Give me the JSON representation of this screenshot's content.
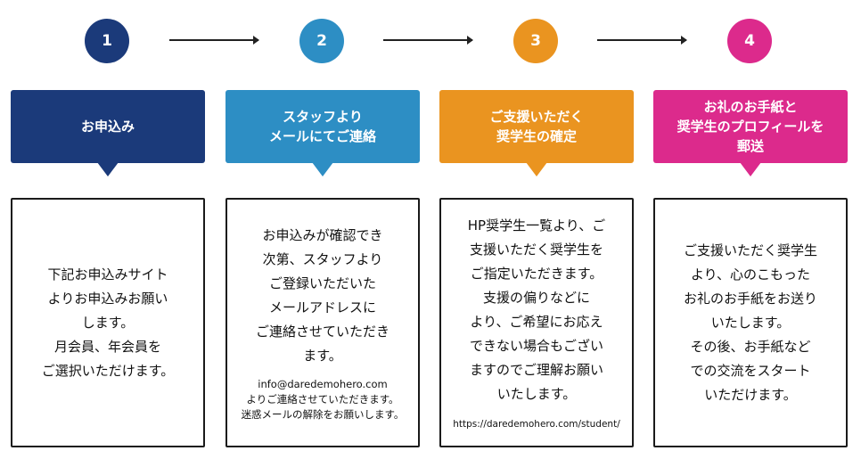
{
  "colors": {
    "step1": "#1b3a7a",
    "step2": "#2d8ec4",
    "step3": "#ea9420",
    "step4": "#dc2a8c"
  },
  "steps": [
    {
      "number": "1",
      "title": "お申込み",
      "body": "下記お申込みサイト\nよりお申込みお願い\nします。\n月会員、年会員を\nご選択いただけます。"
    },
    {
      "number": "2",
      "title": "スタッフより\nメールにてご連絡",
      "body": "お申込みが確認でき\n次第、スタッフより\nご登録いただいた\nメールアドレスに\nご連絡させていただき\nます。",
      "note": "info@daredemohero.com\nよりご連絡させていただきます。\n迷惑メールの解除をお願いします。"
    },
    {
      "number": "3",
      "title": "ご支援いただく\n奨学生の確定",
      "body": "HP奨学生一覧より、ご\n支援いただく奨学生を\nご指定いただきます。\n支援の偏りなどに\nより、ご希望にお応え\nできない場合もござい\nますのでご理解お願い\nいたします。",
      "link": "https://daredemohero.com/student/"
    },
    {
      "number": "4",
      "title": "お礼のお手紙と\n奨学生のプロフィールを\n郵送",
      "body": "ご支援いただく奨学生\nより、心のこもった\nお礼のお手紙をお送り\nいたします。\nその後、お手紙など\nでの交流をスタート\nいただけます。"
    }
  ]
}
